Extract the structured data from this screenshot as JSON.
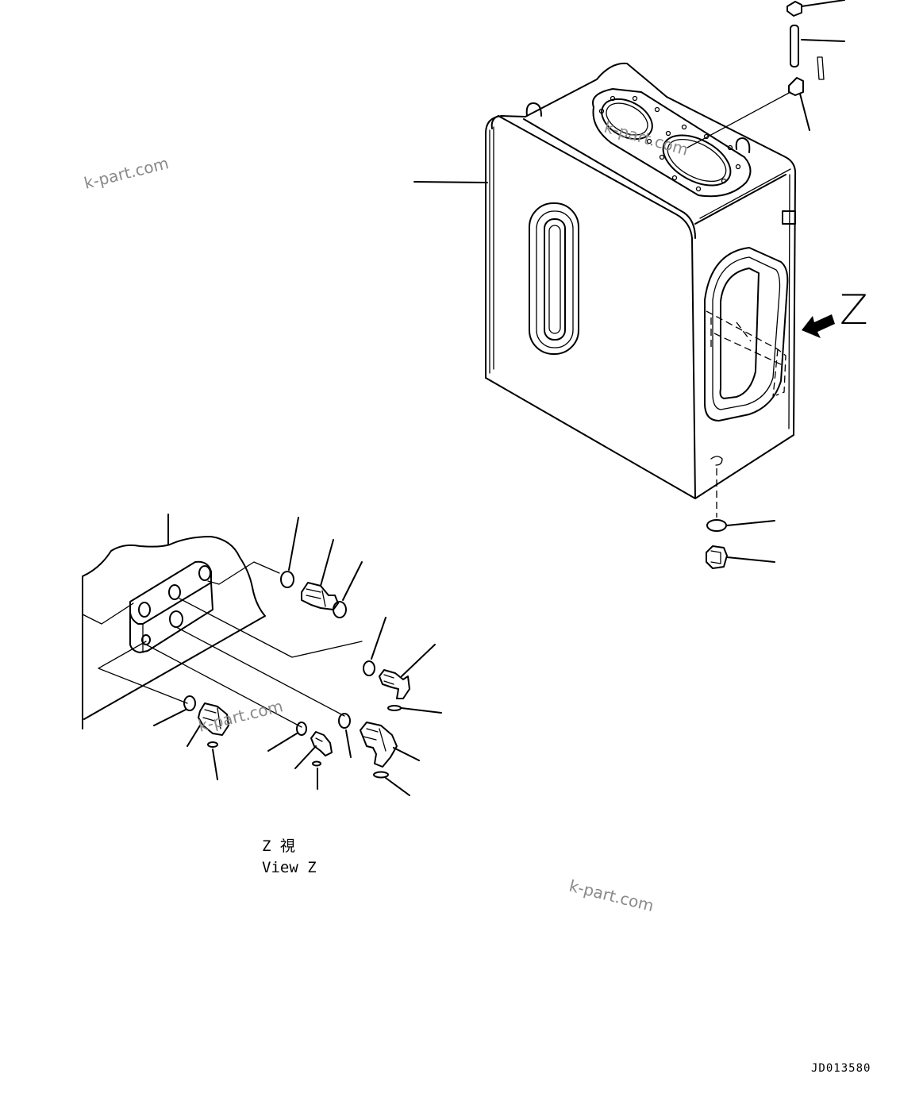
{
  "diagram": {
    "view_label_jp": "Z 視",
    "view_label_en": "View Z",
    "arrow_label": "Z",
    "drawing_code": "JD013580",
    "watermarks": [
      "k-part.com",
      "k-part.com",
      "k-part.com",
      "k-part.com"
    ]
  }
}
